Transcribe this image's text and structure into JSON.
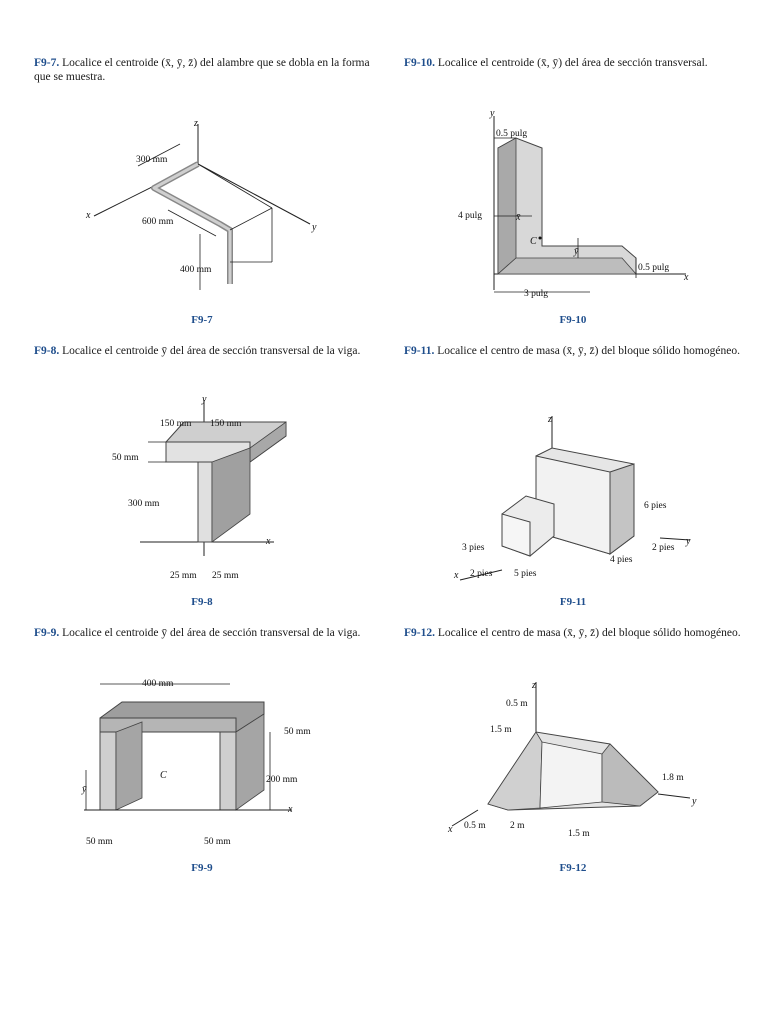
{
  "problems": [
    {
      "id": "F9-7",
      "text": "Localice el centroide (x̄, ȳ, z̄) del alambre que se dobla en la forma que se muestra.",
      "caption": "F9-7",
      "labels": {
        "z": "z",
        "x": "x",
        "y": "y",
        "d1": "300 mm",
        "d2": "600 mm",
        "d3": "400 mm"
      }
    },
    {
      "id": "F9-10",
      "text": "Localice el centroide (x̄, ȳ) del área de sección transversal.",
      "caption": "F9-10",
      "labels": {
        "y": "y",
        "x": "x",
        "t1": "0.5 pulg",
        "h": "4 pulg",
        "xbar": "x̄",
        "c": "C",
        "ybar": "ȳ",
        "t2": "0.5 pulg",
        "w": "3 pulg"
      }
    },
    {
      "id": "F9-8",
      "text": "Localice el centroide ȳ del área de sección transversal de la viga.",
      "caption": "F9-8",
      "labels": {
        "y": "y",
        "x": "x",
        "w1": "150 mm",
        "w2": "150 mm",
        "f": "50 mm",
        "h": "300 mm",
        "t1": "25 mm",
        "t2": "25 mm"
      }
    },
    {
      "id": "F9-11",
      "text": "Localice el centro de masa (x̄, ȳ, z̄) del bloque sólido homogéneo.",
      "caption": "F9-11",
      "labels": {
        "z": "z",
        "x": "x",
        "y": "y",
        "h1": "6 pies",
        "h2": "3 pies",
        "w1": "2 pies",
        "w2": "5 pies",
        "w3": "4 pies",
        "w4": "2 pies"
      }
    },
    {
      "id": "F9-9",
      "text": "Localice el centroide ȳ del área de sección transversal de la viga.",
      "caption": "F9-9",
      "labels": {
        "w": "400 mm",
        "t": "50 mm",
        "c": "C",
        "ybar": "ȳ",
        "h": "200 mm",
        "x": "x",
        "l1": "50 mm",
        "l2": "50 mm"
      }
    },
    {
      "id": "F9-12",
      "text": "Localice el centro de masa (x̄, ȳ, z̄) del bloque sólido homogéneo.",
      "caption": "F9-12",
      "labels": {
        "z": "z",
        "x": "x",
        "y": "y",
        "a": "0.5 m",
        "b": "1.5 m",
        "h": "1.8 m",
        "c": "0.5 m",
        "d": "2 m",
        "e": "1.5 m"
      }
    }
  ]
}
